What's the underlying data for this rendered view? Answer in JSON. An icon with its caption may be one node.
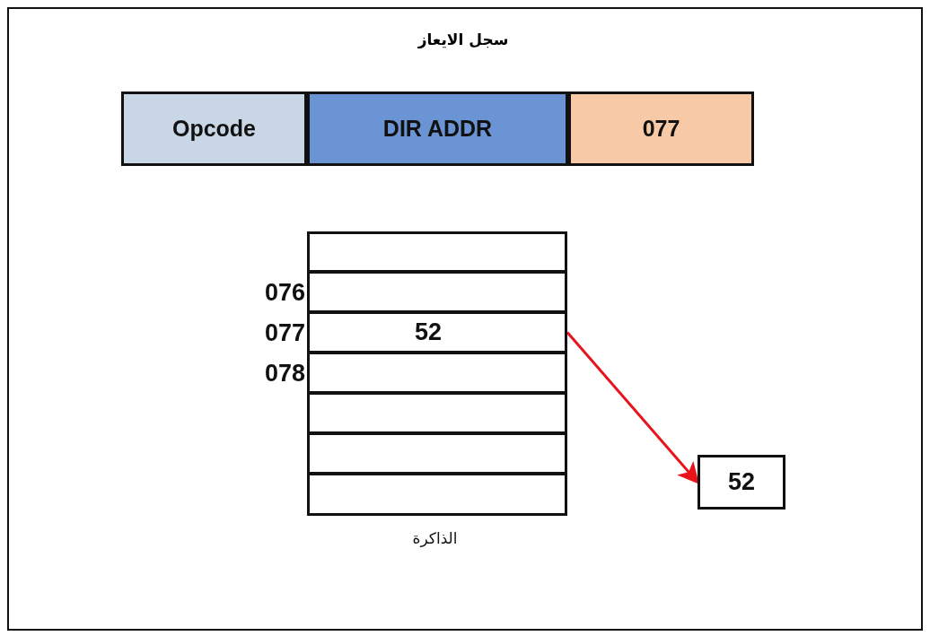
{
  "diagram": {
    "title": "سجل الايعاز",
    "nodes": [
      {
        "text": [
          "Opcode"
        ]
      },
      {
        "text": [
          "DIR ADDR"
        ]
      },
      {
        "text": [
          "077"
        ]
      },
      {
        "text": [
          "الذاكرة"
        ]
      },
      {
        "text": [],
        "shape": "box",
        "in": 3
      },
      {
        "text": [],
        "shape": "box",
        "in": 3,
        "beside": [
          "076"
        ]
      },
      {
        "text": [
          "52"
        ],
        "in": 3,
        "beside": [
          "077"
        ]
      },
      {
        "text": [],
        "shape": "box",
        "in": 3,
        "beside": [
          "078"
        ]
      },
      {
        "text": [],
        "shape": "box",
        "in": 3
      },
      {
        "text": [],
        "shape": "box",
        "in": 3
      },
      {
        "text": [],
        "shape": "box",
        "in": 3
      },
      {
        "text": [
          "52"
        ]
      }
    ],
    "edges": [
      {
        "from": 6,
        "to": 11,
        "arrow": "to",
        "color": "#e8141c"
      }
    ]
  }
}
